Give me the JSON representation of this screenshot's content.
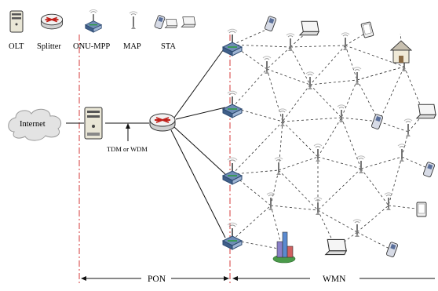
{
  "legend": {
    "olt": "OLT",
    "splitter": "Splitter",
    "onu_mpp": "ONU-MPP",
    "map": "MAP",
    "sta": "STA"
  },
  "labels": {
    "internet": "Internet",
    "tdm_wdm": "TDM or WDM",
    "pon": "PON",
    "wmn": "WMN"
  },
  "icons": [
    "server-icon",
    "splitter-icon",
    "onu-mpp-icon",
    "map-antenna-icon",
    "sta-devices-icon",
    "cloud-icon",
    "phone-icon",
    "laptop-icon",
    "house-icon",
    "building-icon",
    "tablet-icon"
  ]
}
